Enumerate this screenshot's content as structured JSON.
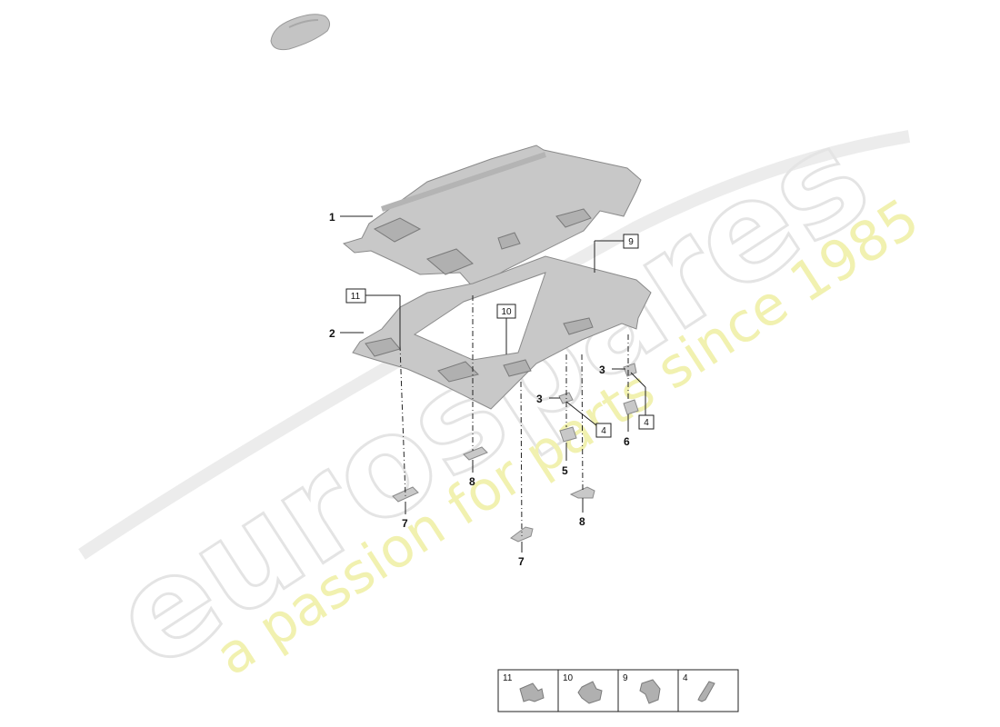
{
  "watermark": {
    "brand": "eurospares",
    "tagline": "a passion for parts since 1985"
  },
  "callouts": {
    "c1": "1",
    "c2": "2",
    "c3a": "3",
    "c3b": "3",
    "c4a": "4",
    "c4b": "4",
    "c5": "5",
    "c6": "6",
    "c7a": "7",
    "c7b": "7",
    "c8a": "8",
    "c8b": "8",
    "c9": "9",
    "c10": "10",
    "c11": "11"
  },
  "legend_table": {
    "cells": [
      {
        "label": "11",
        "icon": "clip-bracket-icon"
      },
      {
        "label": "10",
        "icon": "clamp-icon"
      },
      {
        "label": "9",
        "icon": "bracket-clip-icon"
      },
      {
        "label": "4",
        "icon": "screw-icon"
      }
    ]
  }
}
